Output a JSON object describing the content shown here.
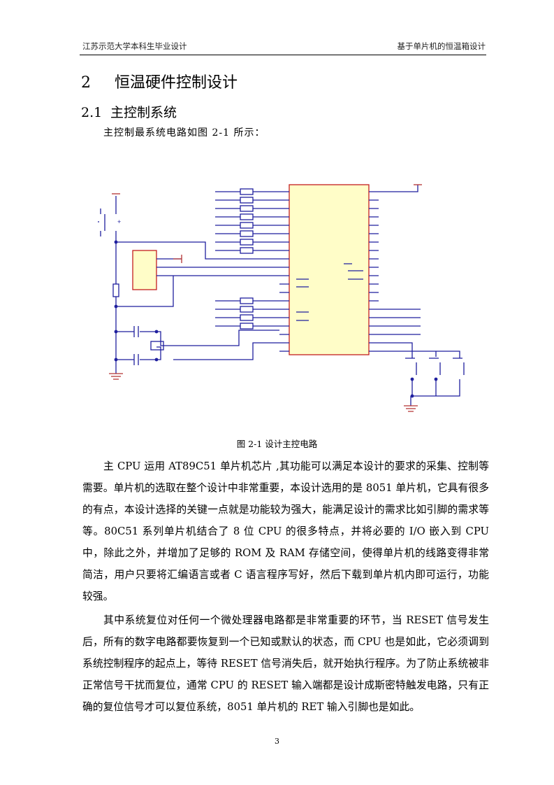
{
  "header": {
    "left": "江苏示范大学本科生毕业设计",
    "right": "基于单片机的恒温箱设计"
  },
  "chapter": {
    "number": "2",
    "title": "恒温硬件控制设计"
  },
  "section": {
    "number": "2.1",
    "title": "主控制系统"
  },
  "intro": "主控制最系统电路如图 2-1 所示：",
  "figure": {
    "caption": "图 2-1  设计主控电路"
  },
  "paragraphs": [
    "主 CPU 运用 AT89C51 单片机芯片 ,其功能可以满足本设计的要求的采集、控制等需要。单片机的选取在整个设计中非常重要，本设计选用的是 8051 单片机，它具有很多的有点，本设计选择的关键一点就是功能较为强大，能满足设计的需求比如引脚的需求等等。80C51 系列单片机结合了 8 位 CPU 的很多特点，并将必要的 I/O 嵌入到 CPU 中，除此之外，并增加了足够的 ROM 及 RAM 存储空间，使得单片机的线路变得非常简洁，用户只要将汇编语言或者 C 语言程序写好，然后下载到单片机内即可运行，功能较强。",
    "其中系统复位对任何一个微处理器电路都是非常重要的环节，当 RESET 信号发生后，所有的数字电路都要恢复到一个已知或默认的状态，而 CPU 也是如此，它必须调到系统控制程序的起点上，等待 RESET 信号消失后，就开始执行程序。为了防止系统被非正常信号干扰而复位，通常 CPU 的 RESET 输入端都是设计成斯密特触发电路，只有正确的复位信号才可以复位系统，8051 单片机的 RET 输入引脚也是如此。"
  ],
  "page_number": "3",
  "colors": {
    "wire": "#1f1f9e",
    "chip_fill": "#fffdc8",
    "chip_border": "#c41e1e",
    "ground": "#b33333"
  }
}
